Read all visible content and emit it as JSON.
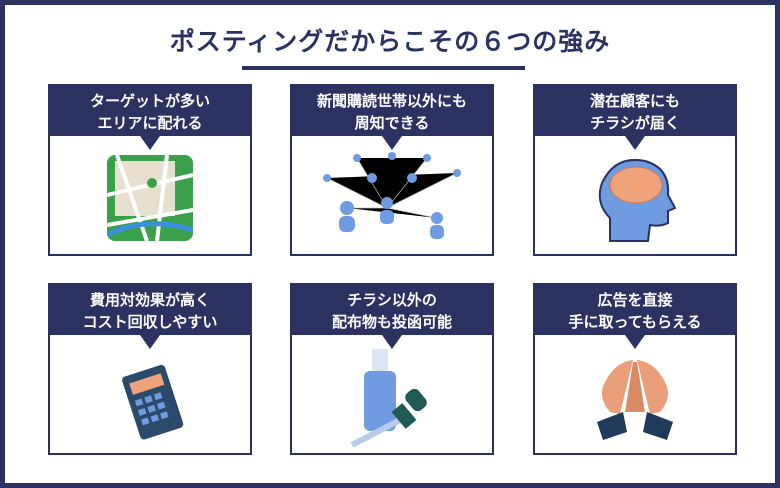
{
  "title": "ポスティングだからこその６つの強み",
  "cards": [
    {
      "line1": "ターゲットが多い",
      "line2": "エリアに配れる",
      "icon": "map-icon"
    },
    {
      "line1": "新聞購読世帯以外にも",
      "line2": "周知できる",
      "icon": "people-network-icon"
    },
    {
      "line1": "潜在顧客にも",
      "line2": "チラシが届く",
      "icon": "head-brain-icon"
    },
    {
      "line1": "費用対効果が高く",
      "line2": "コスト回収しやすい",
      "icon": "calculator-icon"
    },
    {
      "line1": "チラシ以外の",
      "line2": "配布物も投函可能",
      "icon": "bottle-dropper-icon"
    },
    {
      "line1": "広告を直接",
      "line2": "手に取ってもらえる",
      "icon": "open-hands-icon"
    }
  ],
  "colors": {
    "navy": "#2b3262",
    "blue": "#6f9be0"
  }
}
